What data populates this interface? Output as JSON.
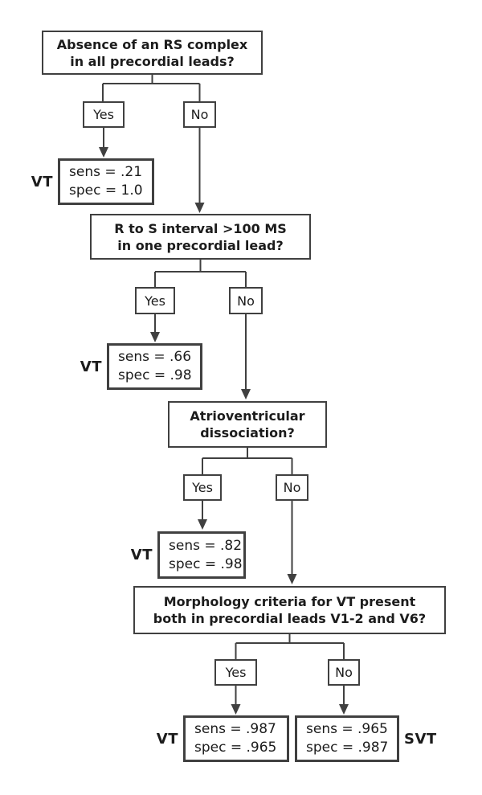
{
  "flowchart": {
    "questions": [
      {
        "line1": "Absence of an RS complex",
        "line2": "in all precordial leads?"
      },
      {
        "line1": "R to S interval >100 MS",
        "line2": "in one precordial lead?"
      },
      {
        "line1": "Atrioventricular",
        "line2": "dissociation?"
      },
      {
        "line1": "Morphology criteria for VT present",
        "line2": "both in precordial leads V1-2 and V6?"
      }
    ],
    "branch_labels": {
      "yes": "Yes",
      "no": "No"
    },
    "outcomes": [
      {
        "label": "VT",
        "sens": "sens = .21",
        "spec": "spec = 1.0"
      },
      {
        "label": "VT",
        "sens": "sens = .66",
        "spec": "spec = .98"
      },
      {
        "label": "VT",
        "sens": "sens = .82",
        "spec": "spec = .98"
      },
      {
        "label": "VT",
        "sens": "sens = .987",
        "spec": "spec = .965"
      },
      {
        "label": "SVT",
        "sens": "sens = .965",
        "spec": "spec = .987"
      }
    ],
    "colors": {
      "line": "#404040",
      "text": "#1c1c1c",
      "background": "#ffffff"
    }
  }
}
